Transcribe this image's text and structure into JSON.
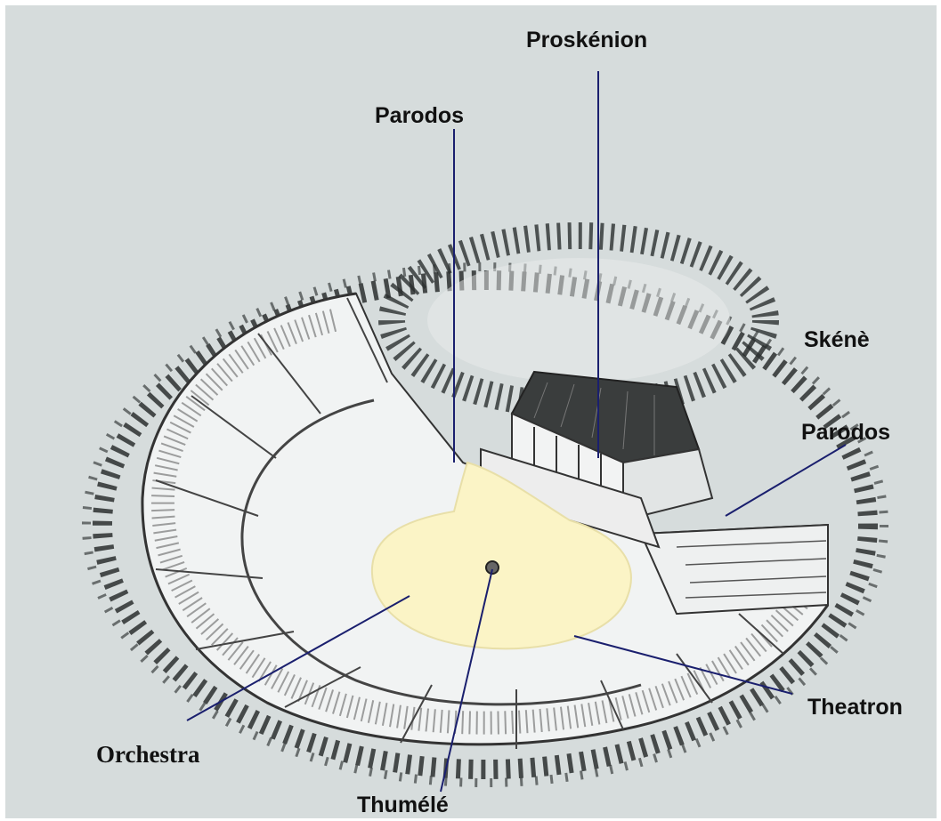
{
  "labels": {
    "proskenion": "Proskénion",
    "parodos_left": "Parodos",
    "skene": "Skénè",
    "parodos_right": "Parodos",
    "orchestra": "Orchestra",
    "thumele": "Thumélé",
    "theatron": "Theatron"
  },
  "colors": {
    "background": "#d6dcdc",
    "leader_line": "#1a1f6e",
    "orchestra_fill": "#fbf4c6",
    "stone": "#f1f3f3",
    "ink": "#333333",
    "foliage": "#2b2f2f"
  }
}
